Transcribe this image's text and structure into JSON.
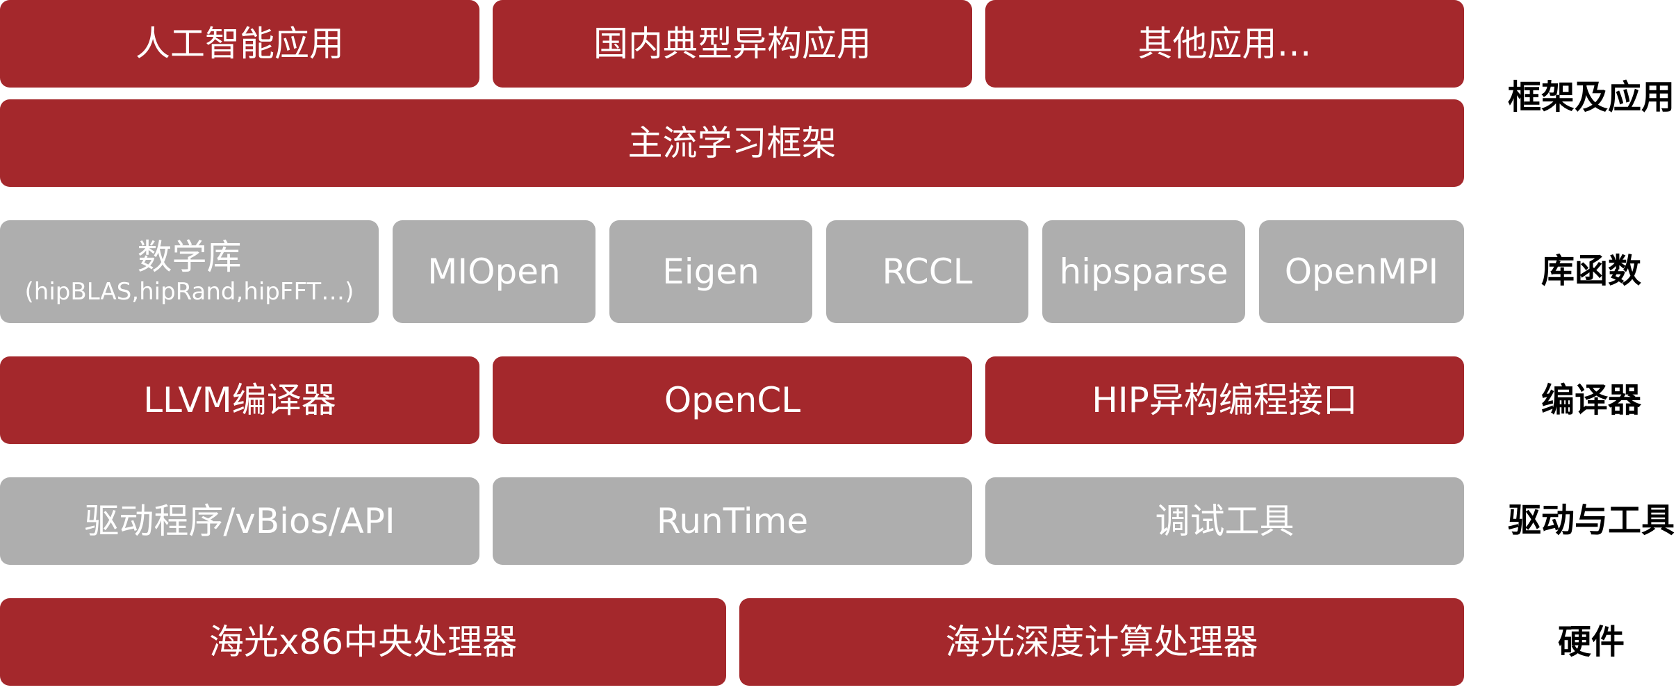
{
  "colors": {
    "red_block": "#a4282c",
    "gray_block": "#aeaeae",
    "block_text": "#ffffff",
    "label_text": "#000000"
  },
  "rows": {
    "apps": [
      "人工智能应用",
      "国内典型异构应用",
      "其他应用…"
    ],
    "framework": "主流学习框架",
    "libs": [
      {
        "title": "数学库",
        "sub": "(hipBLAS,hipRand,hipFFT…)"
      },
      {
        "title": "MIOpen"
      },
      {
        "title": "Eigen"
      },
      {
        "title": "RCCL"
      },
      {
        "title": "hipsparse"
      },
      {
        "title": "OpenMPI"
      }
    ],
    "compilers": [
      "LLVM编译器",
      "OpenCL",
      "HIP异构编程接口"
    ],
    "drivers": [
      "驱动程序/vBios/API",
      "RunTime",
      "调试工具"
    ],
    "hardware": [
      "海光x86中央处理器",
      "海光深度计算处理器"
    ]
  },
  "layer_labels": {
    "framework_apps": "框架及应用",
    "libraries": "库函数",
    "compiler": "编译器",
    "drivers_tools": "驱动与工具",
    "hardware": "硬件"
  }
}
